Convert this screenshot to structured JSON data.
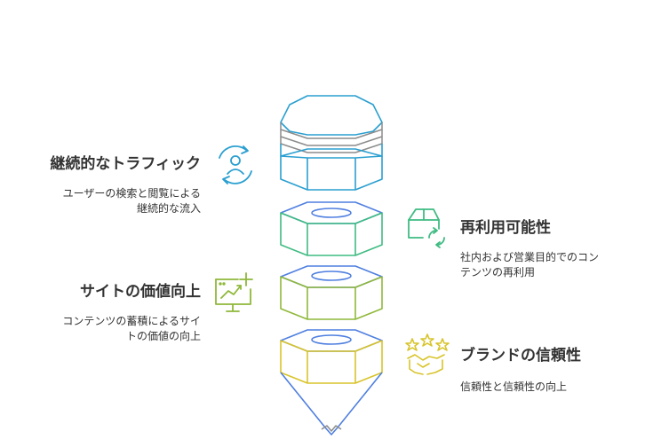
{
  "colors": {
    "blue": "#2a9fd0",
    "steel": "#8c8c8c",
    "indigo": "#4f7fe0",
    "green": "#3fbb82",
    "olive": "#8fb83a",
    "yellow": "#d8c42a"
  },
  "items": [
    {
      "title": "継続的なトラフィック",
      "description_lines": [
        "ユーザーの検索と閲覧による",
        "継続的な流入"
      ],
      "icon": "user-refresh-icon",
      "color": "#2a9fd0"
    },
    {
      "title": "再利用可能性",
      "description_lines": [
        "社内および営業目的でのコン",
        "テンツの再利用"
      ],
      "icon": "box-recycle-icon",
      "color": "#3fbb82"
    },
    {
      "title": "サイトの価値向上",
      "description_lines": [
        "コンテンツの蓄積によるサイ",
        "トの価値の向上"
      ],
      "icon": "chart-growth-icon",
      "color": "#8fb83a"
    },
    {
      "title": "ブランドの信頼性",
      "description_lines": [
        "信頼性と信頼性の向上"
      ],
      "icon": "handshake-stars-icon",
      "color": "#d8c42a"
    }
  ]
}
